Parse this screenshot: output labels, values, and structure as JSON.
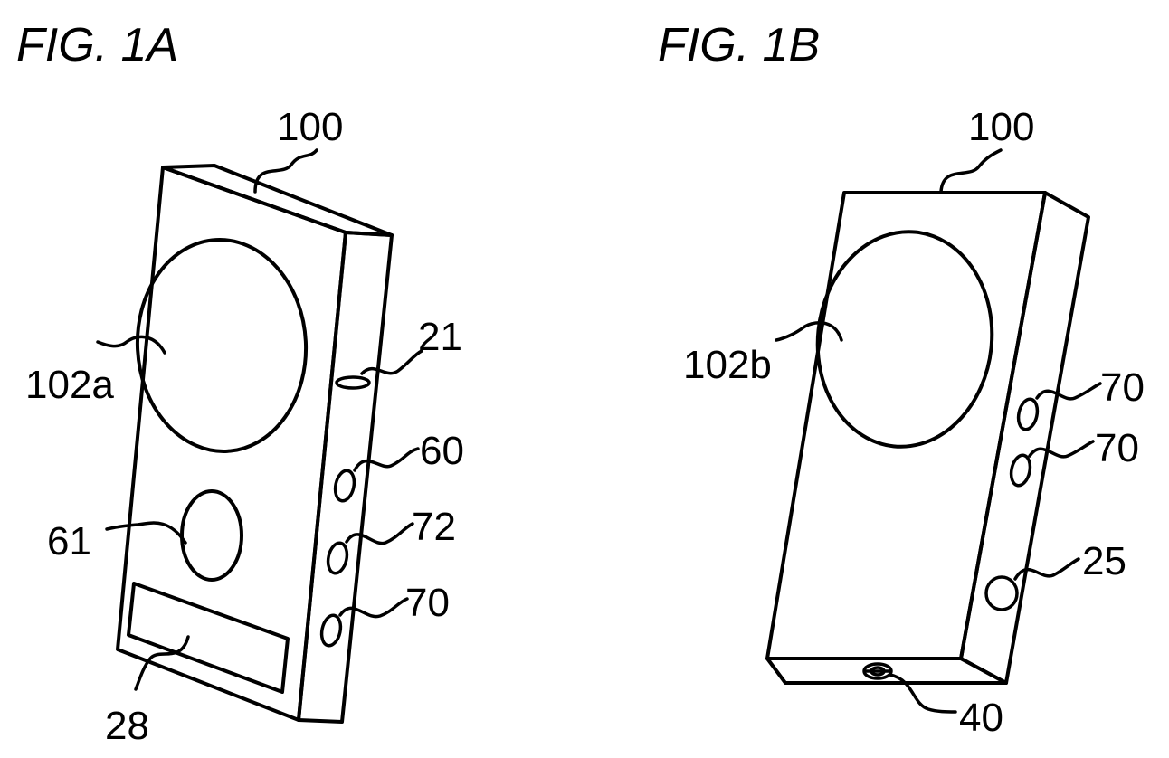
{
  "figures": [
    {
      "title": "FIG. 1A",
      "labels": {
        "device": "100",
        "front_display": "102a",
        "slot": "21",
        "button_upper": "60",
        "front_button": "61",
        "button_middle": "72",
        "button_lower": "70",
        "front_panel": "28"
      }
    },
    {
      "title": "FIG. 1B",
      "labels": {
        "device": "100",
        "back_display": "102b",
        "button_upper": "70",
        "button_lower": "70",
        "side_button": "25",
        "bottom_port": "40"
      }
    }
  ]
}
